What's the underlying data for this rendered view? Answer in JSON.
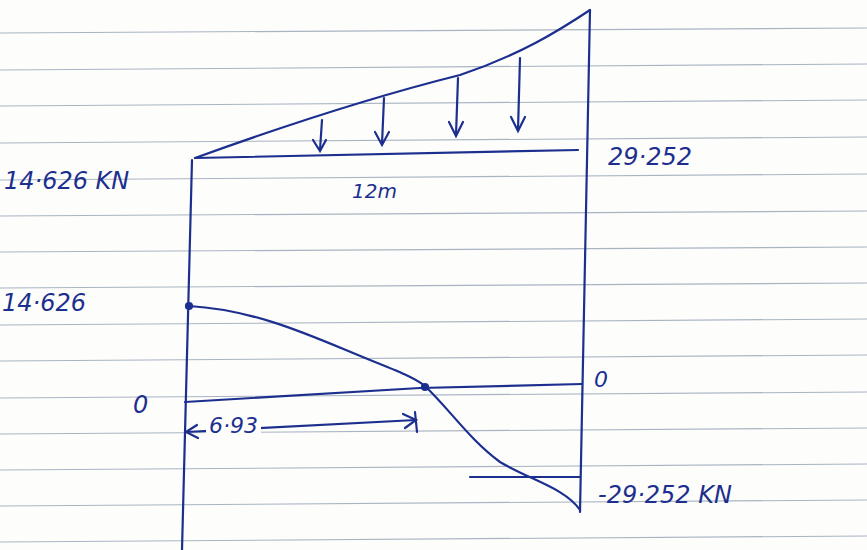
{
  "diagram": {
    "labels": [
      "14·626 KN",
      "12m",
      "29·252",
      "14·626",
      "0",
      "0",
      "6·93",
      "-29·252 KN"
    ]
  }
}
